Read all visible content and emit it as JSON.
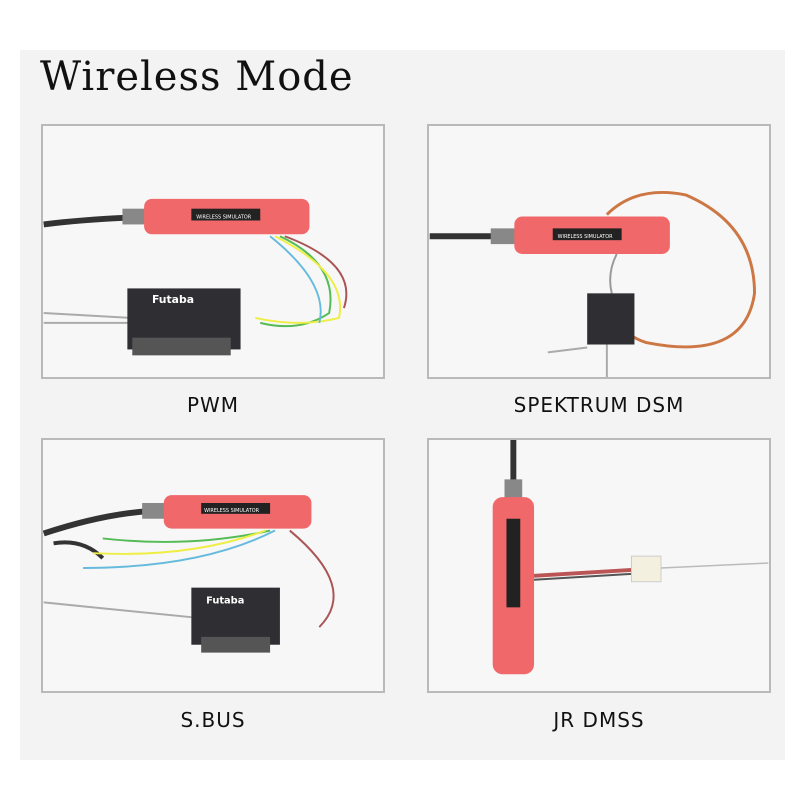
{
  "title": "Wireless Mode",
  "panels": [
    {
      "label": "PWM",
      "device_text": "WIRELESS SIMULATOR",
      "receiver_brand": "Futaba"
    },
    {
      "label": "SPEKTRUM  DSM",
      "device_text": "WIRELESS SIMULATOR"
    },
    {
      "label": "S.BUS",
      "device_text": "WIRELESS SIMULATOR",
      "receiver_brand": "Futaba"
    },
    {
      "label": "JR  DMSS"
    }
  ],
  "colors": {
    "device": "#f0686a",
    "receiver": "#2f2f33",
    "border": "#b9b9b9"
  }
}
